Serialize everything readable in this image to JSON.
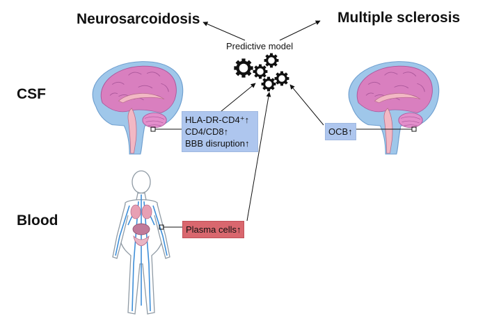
{
  "titles": {
    "left": "Neurosarcoidosis",
    "right": "Multiple sclerosis"
  },
  "rows": {
    "csf": "CSF",
    "blood": "Blood"
  },
  "model": {
    "label": "Predictive model"
  },
  "markers": {
    "neurosarcoidosis_csf": [
      "HLA-DR-CD4⁺↑",
      "CD4/CD8↑",
      "BBB disruption↑"
    ],
    "ms_csf": "OCB↑",
    "blood": "Plasma cells↑"
  },
  "colors": {
    "brain_outer": "#9fc7ea",
    "brain_tissue": "#d97fbf",
    "brain_stem": "#f2b8c4",
    "marker_blue": "#aec6ee",
    "marker_red": "#d9676e",
    "vessels": "#3d8ed8"
  }
}
